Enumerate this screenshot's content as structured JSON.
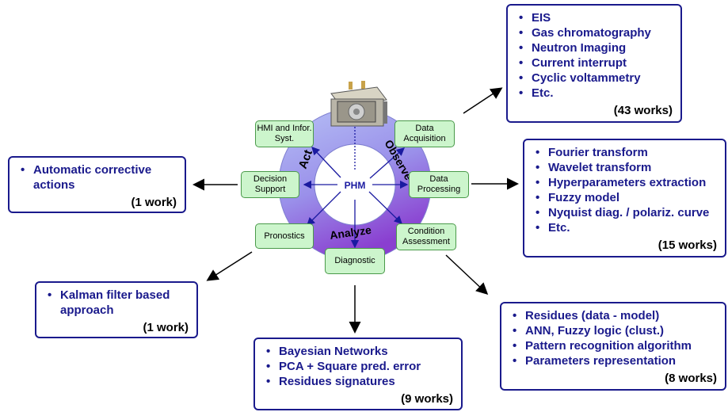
{
  "center": {
    "label": "PHM"
  },
  "ring_labels": {
    "observe": "Observe",
    "analyze": "Analyze",
    "act": "Act"
  },
  "nodes": {
    "data_acquisition": "Data Acquisition",
    "data_processing": "Data Processing",
    "condition_assessment": "Condition Assessment",
    "diagnostic": "Diagnostic",
    "pronostics": "Pronostics",
    "decision_support": "Decision Support",
    "hmi": "HMI and Infor. Syst."
  },
  "boxes": {
    "acquisition": {
      "items": [
        "EIS",
        "Gas chromatography",
        "Neutron Imaging",
        "Current interrupt",
        "Cyclic voltammetry",
        "Etc."
      ],
      "count": "(43 works)"
    },
    "processing": {
      "items": [
        "Fourier transform",
        "Wavelet transform",
        "Hyperparameters extraction",
        "Fuzzy model",
        "Nyquist diag. / polariz. curve",
        "Etc."
      ],
      "count": "(15 works)"
    },
    "assessment": {
      "items": [
        "Residues (data - model)",
        "ANN, Fuzzy logic (clust.)",
        "Pattern recognition algorithm",
        "Parameters representation"
      ],
      "count": "(8 works)"
    },
    "diagnostic": {
      "items": [
        "Bayesian Networks",
        "PCA + Square pred. error",
        "Residues signatures"
      ],
      "count": "(9 works)"
    },
    "prognostic": {
      "items": [
        "Kalman filter based approach"
      ],
      "count": "(1 work)"
    },
    "decision": {
      "items": [
        "Automatic corrective actions"
      ],
      "count": "(1 work)"
    }
  },
  "colors": {
    "box_border": "#1a1a8c",
    "box_text": "#1a1a8c",
    "node_fill": "#ccf5cc",
    "ring_blue": "#9aa6f2",
    "ring_purple": "#8f5ad6"
  }
}
